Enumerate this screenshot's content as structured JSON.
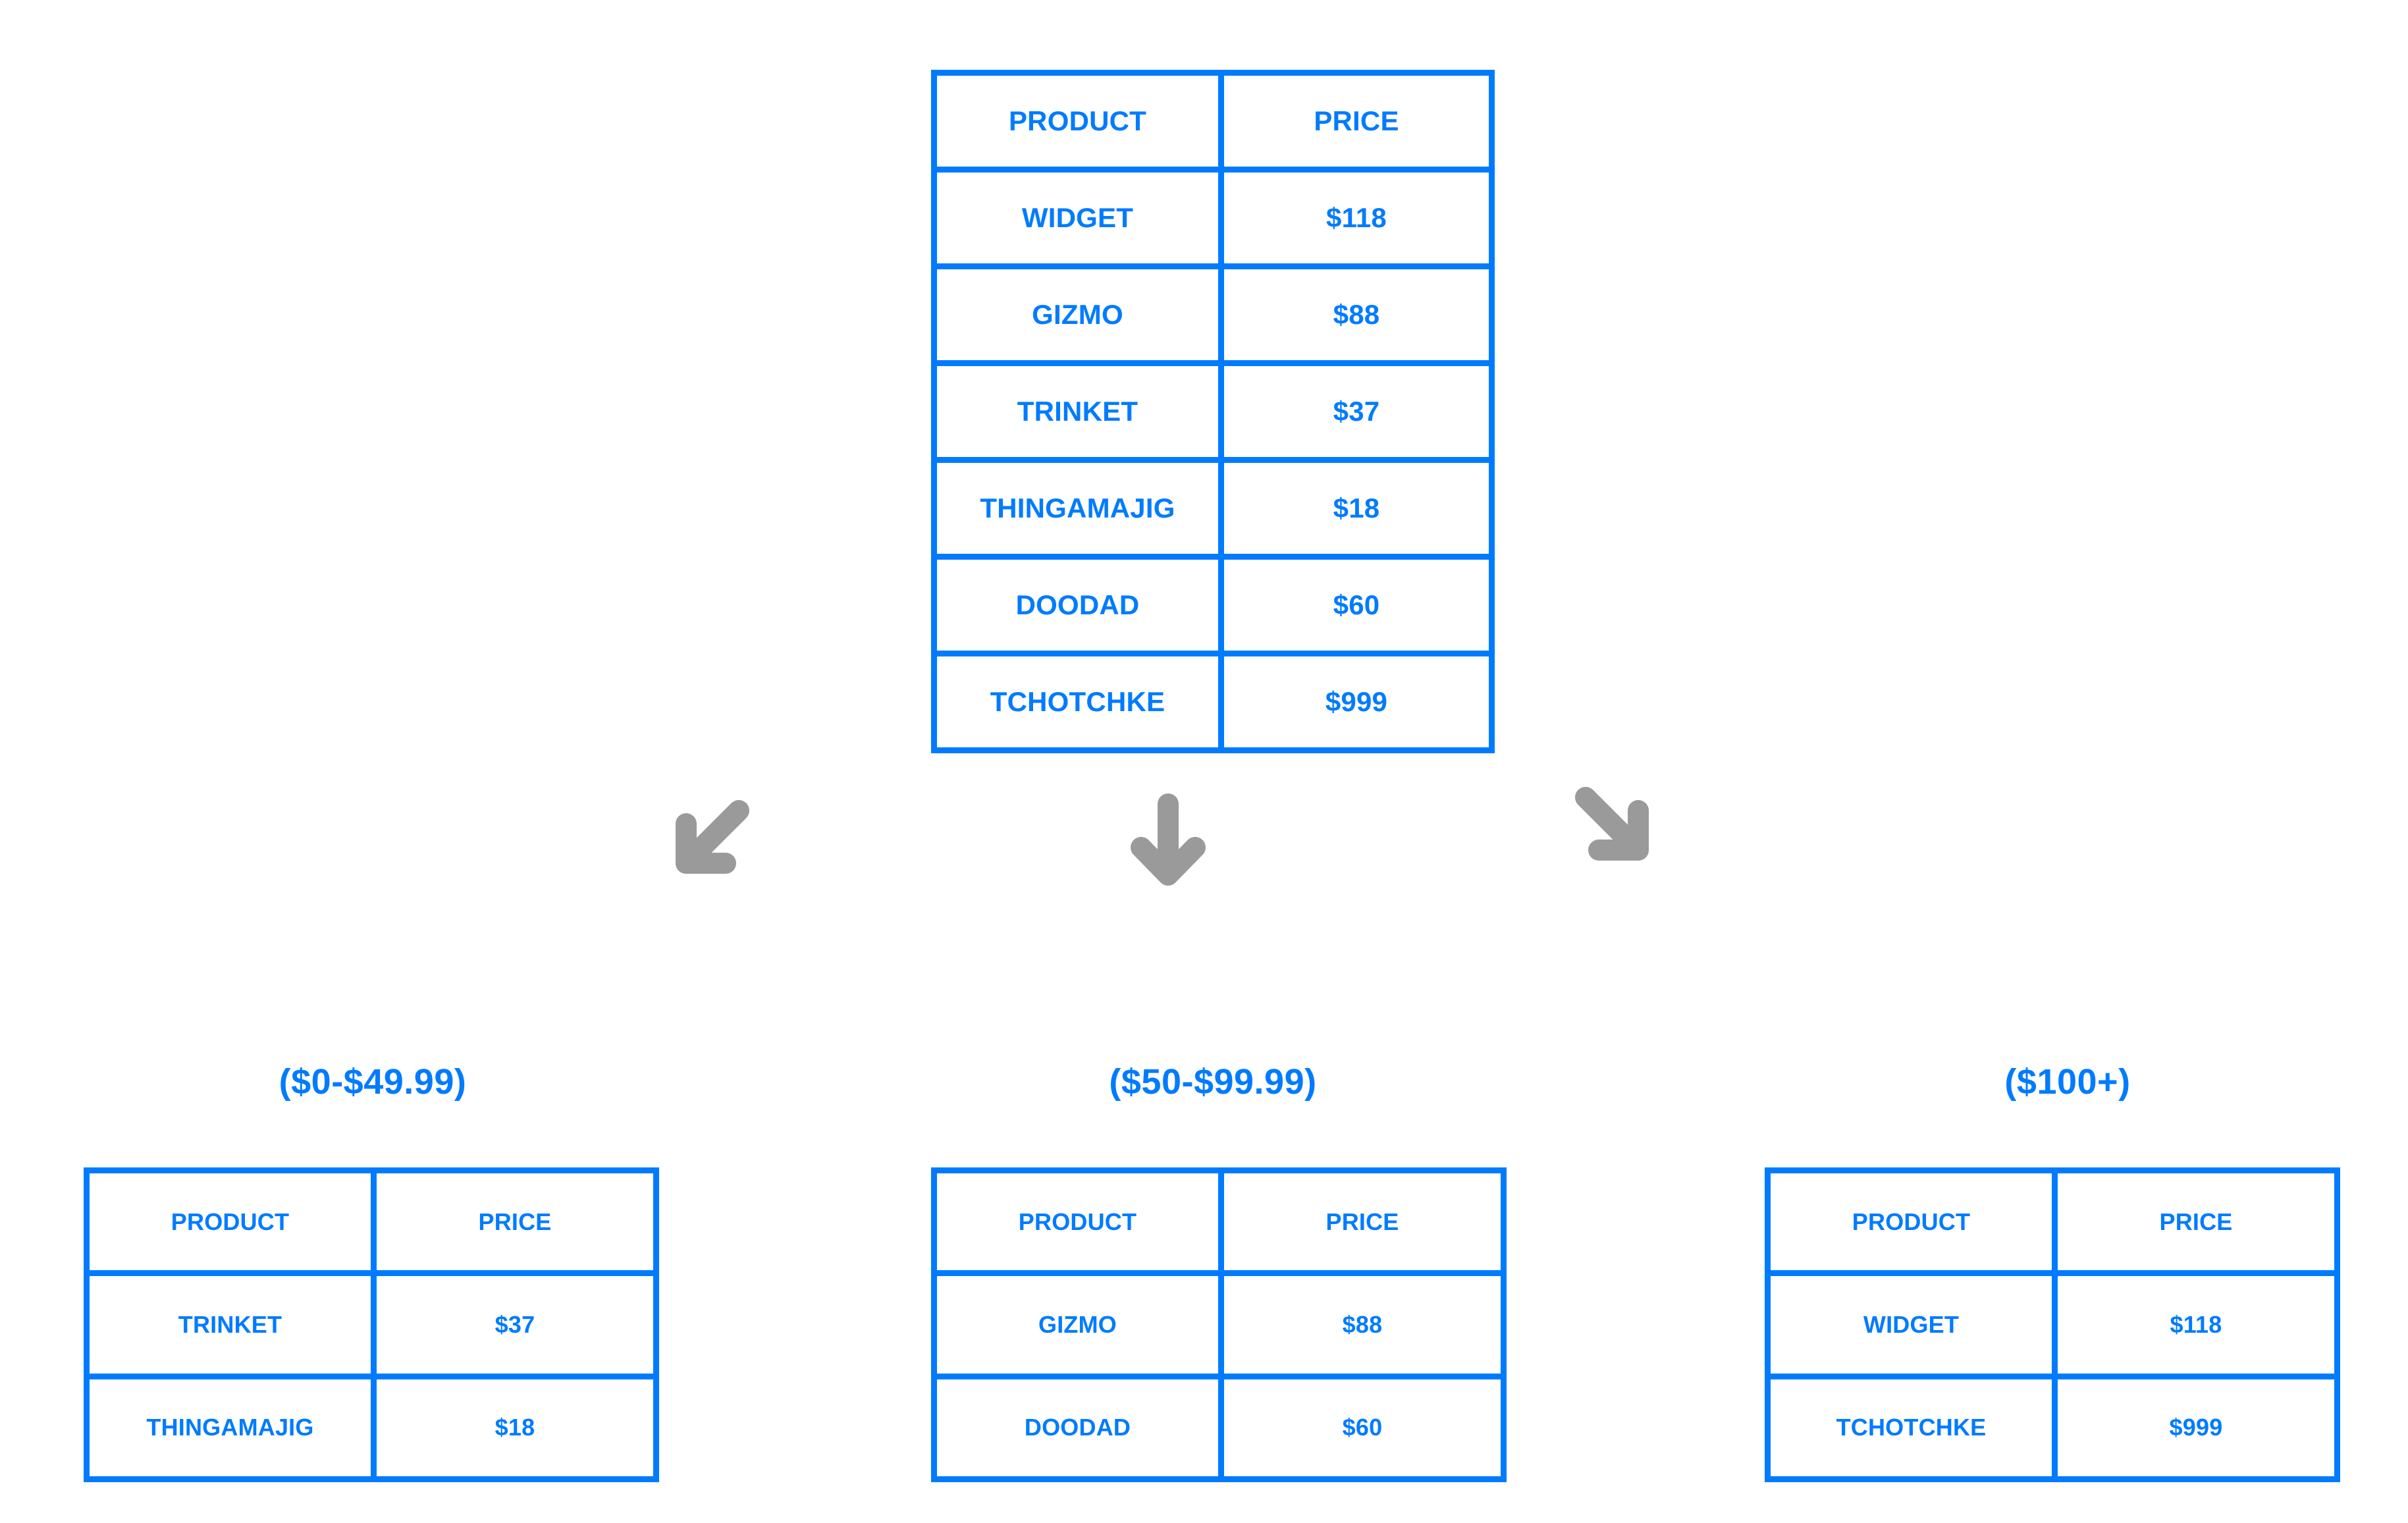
{
  "colors": {
    "accent_blue": "#007bff",
    "arrow_gray": "#9a9a9a",
    "background": "#ffffff"
  },
  "source_table": {
    "columns": [
      "PRODUCT",
      "PRICE"
    ],
    "rows": [
      {
        "product": "WIDGET",
        "price": "$118"
      },
      {
        "product": "GIZMO",
        "price": "$88"
      },
      {
        "product": "TRINKET",
        "price": "$37"
      },
      {
        "product": "THINGAMAJIG",
        "price": "$18"
      },
      {
        "product": "DOODAD",
        "price": "$60"
      },
      {
        "product": "TCHOTCHKE",
        "price": "$999"
      }
    ]
  },
  "arrows": [
    {
      "name": "down-left-arrow-icon",
      "direction": "down-left"
    },
    {
      "name": "down-arrow-icon",
      "direction": "down"
    },
    {
      "name": "down-right-arrow-icon",
      "direction": "down-right"
    }
  ],
  "buckets": [
    {
      "label": "($0-$49.99)",
      "columns": [
        "PRODUCT",
        "PRICE"
      ],
      "rows": [
        {
          "product": "TRINKET",
          "price": "$37"
        },
        {
          "product": "THINGAMAJIG",
          "price": "$18"
        }
      ]
    },
    {
      "label": "($50-$99.99)",
      "columns": [
        "PRODUCT",
        "PRICE"
      ],
      "rows": [
        {
          "product": "GIZMO",
          "price": "$88"
        },
        {
          "product": "DOODAD",
          "price": "$60"
        }
      ]
    },
    {
      "label": "($100+)",
      "columns": [
        "PRODUCT",
        "PRICE"
      ],
      "rows": [
        {
          "product": "WIDGET",
          "price": "$118"
        },
        {
          "product": "TCHOTCHKE",
          "price": "$999"
        }
      ]
    }
  ]
}
